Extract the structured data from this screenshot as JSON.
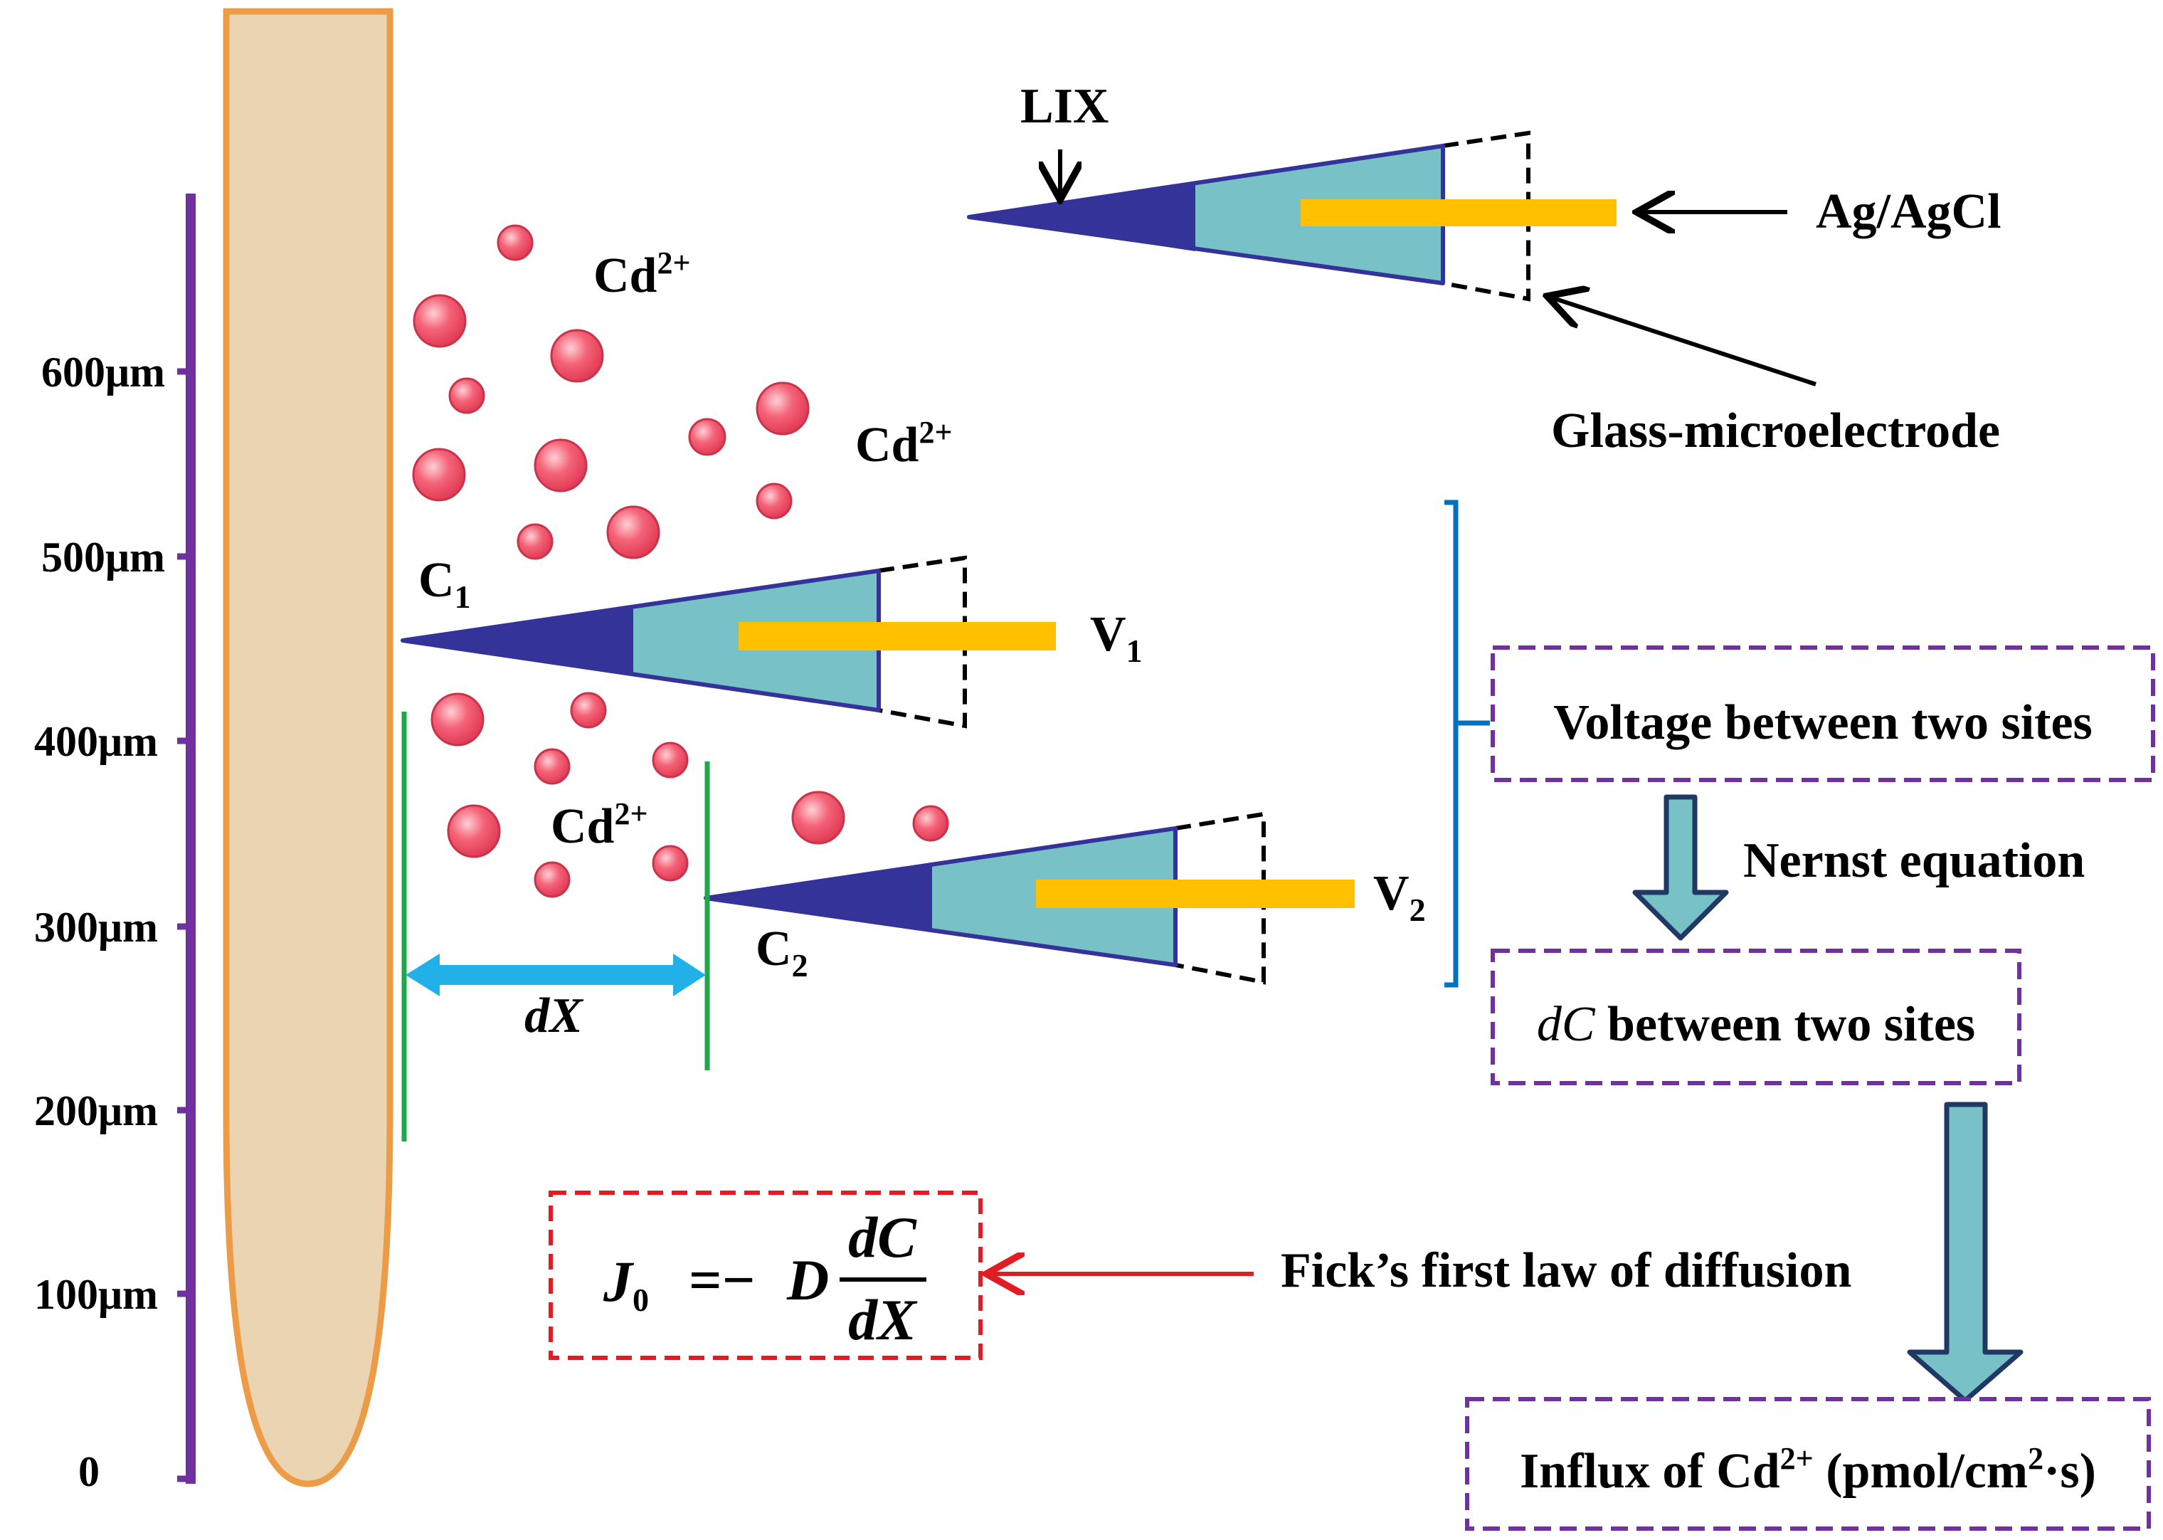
{
  "colors": {
    "root_fill": "#ebd4b1",
    "root_stroke": "#ec9c47",
    "scale_bar": "#7030a0",
    "ion_fill": "#f25a6e",
    "ion_stroke": "#c9344b",
    "tip_dark": "#333399",
    "tip_light": "#78c1c6",
    "wire": "#ffc000",
    "green_line": "#1fa84b",
    "dx_arrow": "#21b1e8",
    "bracket": "#0070c0",
    "purple_box": "#7030a0",
    "red_box": "#e31b23",
    "flow_arrow_fill": "#78c1c6",
    "flow_arrow_stroke": "#1f3864"
  },
  "scale": {
    "ticks": [
      "600μm",
      "500μm",
      "400μm",
      "300μm",
      "200μm",
      "100μm",
      "0"
    ]
  },
  "ions": {
    "label_top": "Cd",
    "label_mid": "Cd",
    "label_low": "Cd",
    "charge": "2+"
  },
  "electrodes": {
    "top": {
      "lix_label": "LIX",
      "ref_label": "Ag/AgCl",
      "glass_label": "Glass-microelectrode"
    },
    "first": {
      "c_label": "C",
      "c_sub": "1",
      "v_label": "V",
      "v_sub": "1"
    },
    "second": {
      "c_label": "C",
      "c_sub": "2",
      "v_label": "V",
      "v_sub": "2"
    }
  },
  "dx_label": "dX",
  "flow": {
    "voltage_box": "Voltage between two sites",
    "nernst": "Nernst equation",
    "dc_box_italic": "dC",
    "dc_box_rest": " between two sites",
    "influx_box_main": "Influx of Cd",
    "influx_box_sup": "2+",
    "influx_box_units_a": " (pmol/cm",
    "influx_box_units_sup": "2",
    "influx_box_units_b": "·s)",
    "fick": "Fick’s first law of diffusion"
  },
  "equation": {
    "j": "J",
    "j_sub": "0",
    "eq": "=−",
    "d": "D",
    "num": "dC",
    "den": "dX"
  }
}
